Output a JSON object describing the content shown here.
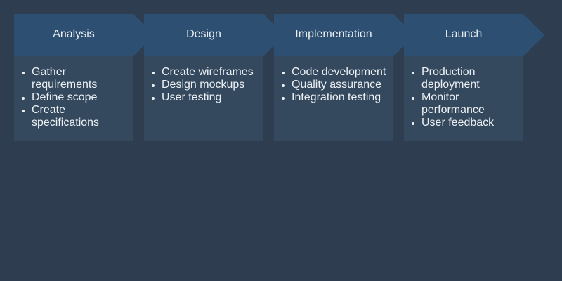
{
  "stages": [
    {
      "title": "Analysis",
      "items": [
        "Gather requirements",
        "Define scope",
        "Create specifications"
      ]
    },
    {
      "title": "Design",
      "items": [
        "Create wireframes",
        "Design mockups",
        "User testing"
      ]
    },
    {
      "title": "Implementation",
      "items": [
        "Code development",
        "Quality assurance",
        "Integration testing"
      ]
    },
    {
      "title": "Launch",
      "items": [
        "Production deployment",
        "Monitor performance",
        "User feedback"
      ]
    }
  ],
  "colors": {
    "background": "#2e3d50",
    "arrow": "#2d4f72",
    "card": "#34495e",
    "text": "#ecf0f4"
  }
}
